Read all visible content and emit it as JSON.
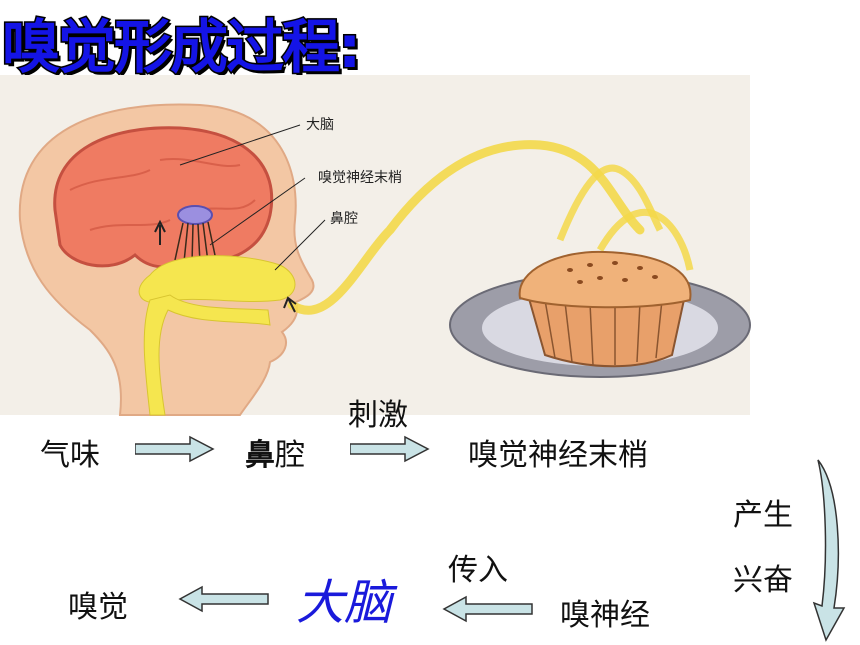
{
  "title": "嗅觉形成过程:",
  "illustration": {
    "labels": {
      "brain": "大脑",
      "olfactory_nerve_endings": "嗅觉神经末梢",
      "nasal_cavity": "鼻腔"
    }
  },
  "flow": {
    "odor": "气味",
    "nasal_bold": "鼻",
    "nasal_rest": "腔",
    "stimulate": "刺激",
    "nerve_endings": "嗅觉神经末梢",
    "produce": "产生",
    "excite": "兴奋",
    "olfactory_nerve": "嗅神经",
    "transmit": "传入",
    "brain": "大脑",
    "smell": "嗅觉"
  },
  "colors": {
    "title": "#1414e6",
    "arrow_fill": "#c9e3e6",
    "brain_text": "#1a1adb",
    "cortex": "#e8735a",
    "nerve_yellow": "#f4e34a"
  }
}
